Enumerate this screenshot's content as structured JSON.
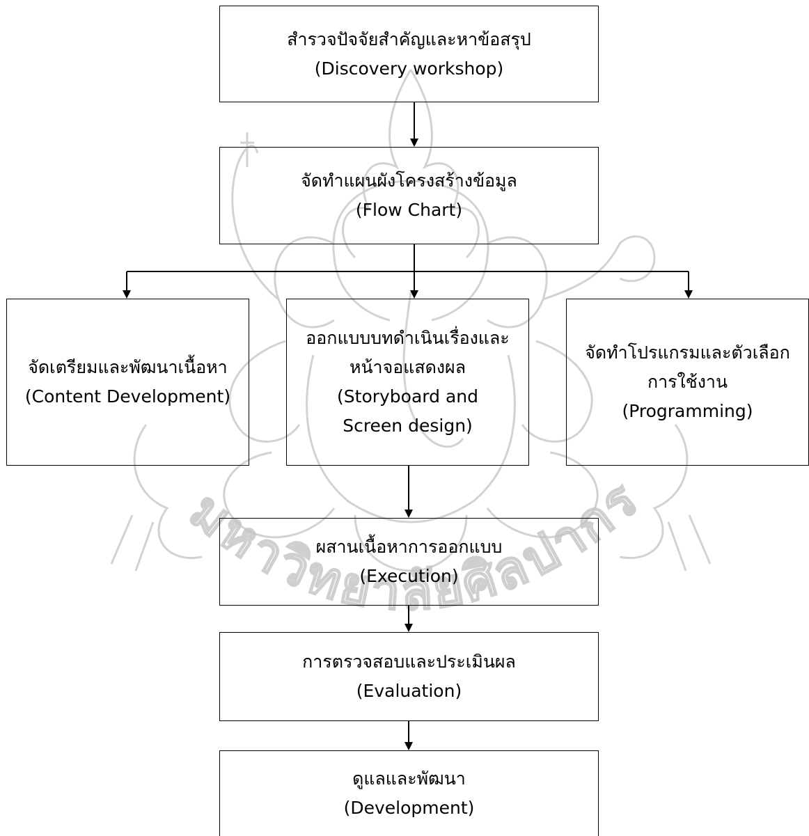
{
  "diagram": {
    "steps": {
      "discovery": {
        "thai": "สำรวจปัจจัยสำคัญและหาข้อสรุป",
        "english": "(Discovery workshop)"
      },
      "flowchart": {
        "thai": "จัดทำแผนผังโครงสร้างข้อมูล",
        "english": "(Flow Chart)"
      },
      "content": {
        "thai": "จัดเตรียมและพัฒนาเนื้อหา",
        "english": "(Content Development)"
      },
      "storyboard": {
        "thai_line1": "ออกแบบบทดำเนินเรื่องและ",
        "thai_line2": "หน้าจอแสดงผล",
        "english_line1": "(Storyboard and",
        "english_line2": "Screen design)"
      },
      "programming": {
        "thai_line1": "จัดทำโปรแกรมและตัวเลือก",
        "thai_line2": "การใช้งาน",
        "english": "(Programming)"
      },
      "execution": {
        "thai": "ผสานเนื้อหาการออกแบบ",
        "english": "(Execution)"
      },
      "evaluation": {
        "thai": "การตรวจสอบและประเมินผล",
        "english": "(Evaluation)"
      },
      "development": {
        "thai": "ดูแลและพัฒนา",
        "english": "(Development)"
      }
    },
    "watermark_text": "มหาวิทยาลัยศิลปากร",
    "colors": {
      "line": "#000000",
      "watermark": "#b8b8b8"
    }
  }
}
